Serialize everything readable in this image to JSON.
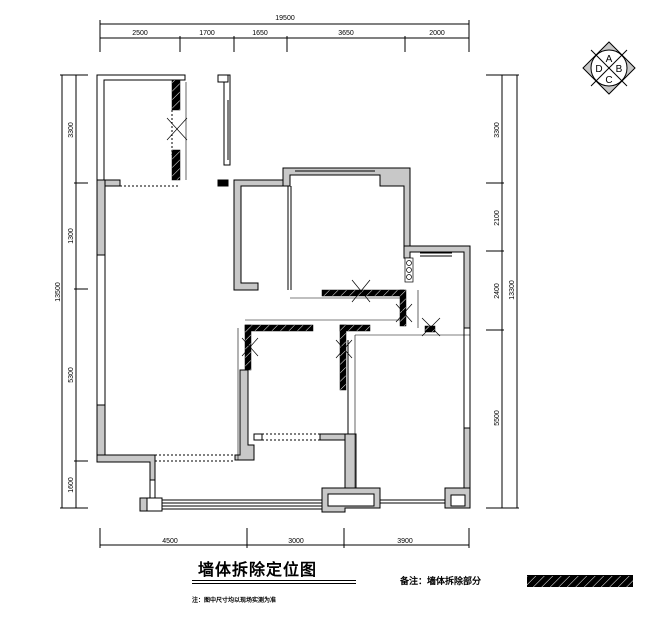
{
  "drawing": {
    "title": "墙体拆除定位图",
    "subnote": "注：图中尺寸均以现场实测为准",
    "legend": {
      "label": "备注：墙体拆除部分",
      "swatch_pattern": "black-with-white-diagonal-hatch"
    },
    "compass": {
      "letters": [
        "A",
        "B",
        "C",
        "D"
      ],
      "icon": "orientation-compass-icon"
    },
    "dimensions": {
      "top_total": "19500",
      "top_segments": [
        "2500",
        "1700",
        "1650",
        "3650",
        "2000"
      ],
      "bottom_segments": [
        "4500",
        "3000",
        "3900"
      ],
      "left_total": "13500",
      "left_segments": [
        "3300",
        "1300",
        "5300",
        "1600"
      ],
      "right_total": "13300",
      "right_segments": [
        "3300",
        "2100",
        "2400",
        "5500"
      ]
    }
  },
  "colors": {
    "wall_fill": "#c8c8c8",
    "wall_stroke": "#000000",
    "demolish_fill": "#000000",
    "background": "#ffffff"
  }
}
